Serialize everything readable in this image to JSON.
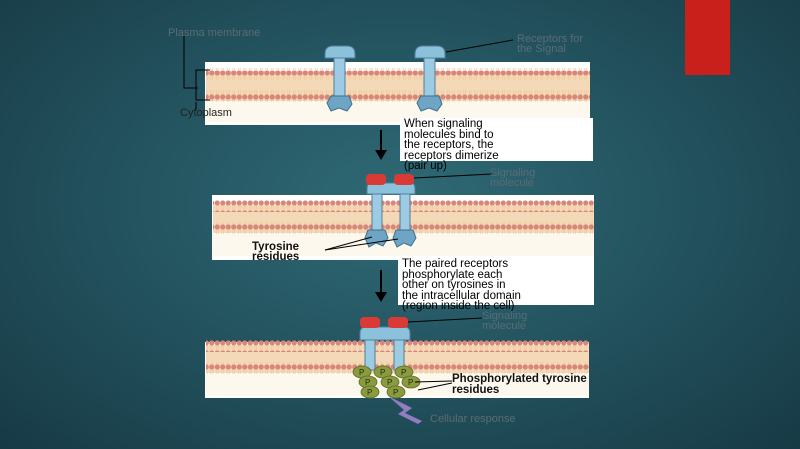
{
  "accent_color": "#c9201c",
  "background_color": "#245561",
  "membrane_color": "#d9867a",
  "receptor_color": "#7fb3cf",
  "signal_color": "#d93a36",
  "phosphate_color": "#8a9a3e",
  "labels": {
    "plasma_membrane": "Plasma membrane",
    "cytoplasm": "Cytoplasm",
    "receptor_label": "Receptors for the Signal",
    "signaling_molecule_1": "Signaling molecule",
    "signaling_molecule_2": "Signaling molecule",
    "tyrosine_residues": "Tyrosine residues",
    "phosphorylated": "Phosphorylated tyrosine residues",
    "cellular_response": "Cellular response",
    "phosphate_symbol": "P"
  },
  "captions": {
    "step1": [
      "When signaling",
      "molecules bind to",
      "the receptors, the",
      "receptors dimerize",
      "(pair up)"
    ],
    "step2": [
      "The paired receptors",
      "phosphorylate each",
      "other on tyrosines in",
      "the intracellular domain",
      "(region inside the cell)"
    ]
  }
}
